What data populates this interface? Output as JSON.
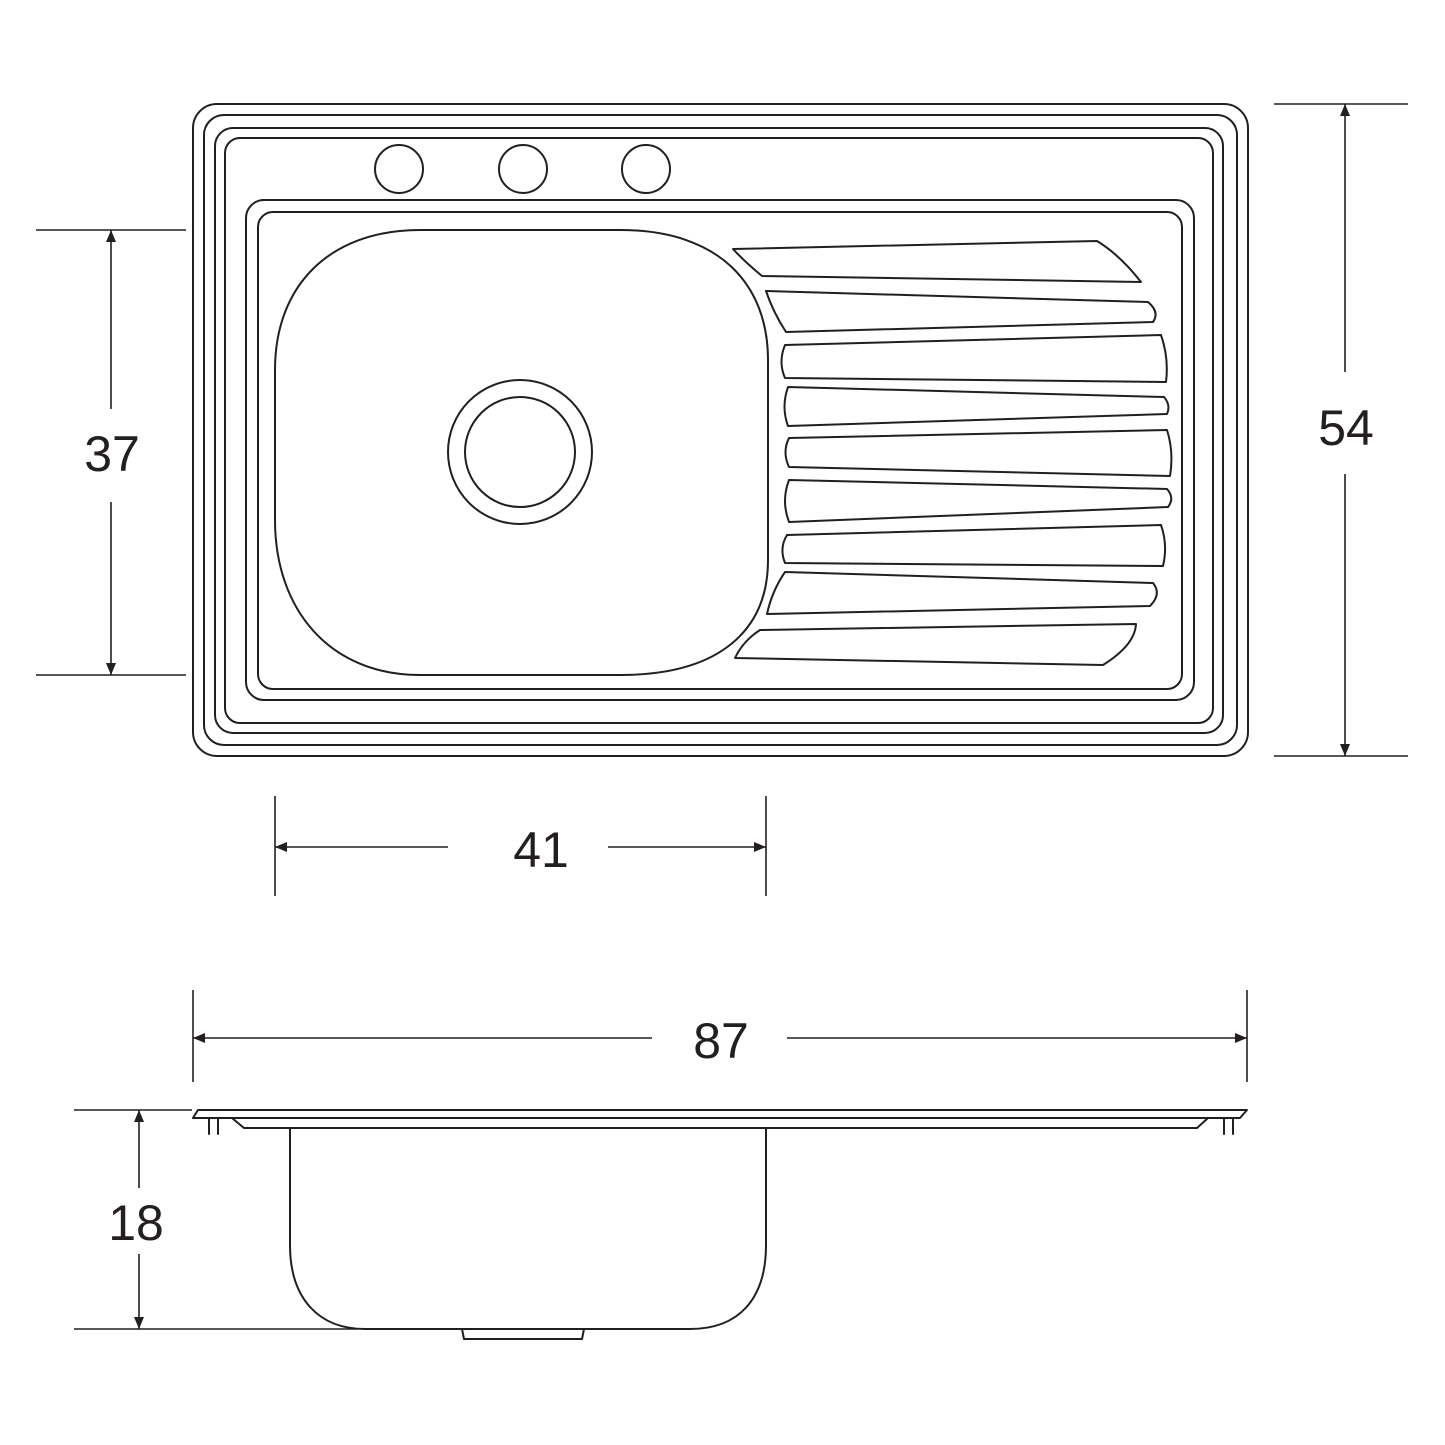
{
  "dimensions": {
    "height_left": "37",
    "height_right": "54",
    "bowl_width": "41",
    "total_width": "87",
    "depth": "18"
  },
  "colors": {
    "line": "#231f20",
    "background": "#ffffff"
  }
}
